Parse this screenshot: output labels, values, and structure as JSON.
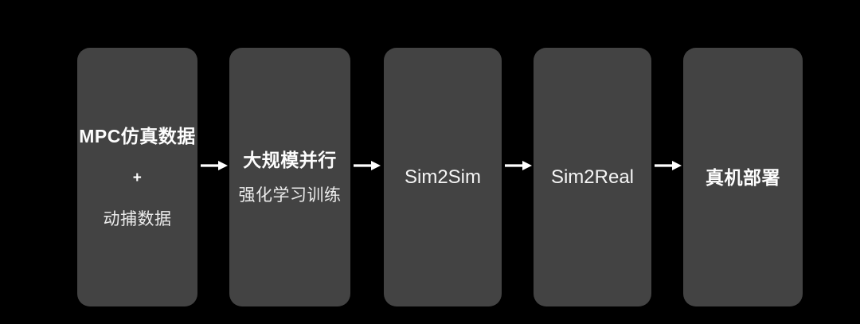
{
  "diagram": {
    "title": "",
    "background_color": "#000000",
    "box_color": "#434343",
    "arrow_color": "#ffffff",
    "text_color": "#ffffff",
    "stages": [
      {
        "id": "stage-1",
        "name": "mpc-sim-data",
        "lines": [
          {
            "text": "MPC仿真数据",
            "style": "bold"
          },
          {
            "text": "+",
            "style": "plus"
          },
          {
            "text": "动捕数据",
            "style": "regular"
          }
        ]
      },
      {
        "id": "stage-2",
        "name": "large-scale-parallel-rl-training",
        "lines": [
          {
            "text": "大规模并行",
            "style": "bold"
          },
          {
            "text": "强化学习训练",
            "style": "regular"
          }
        ]
      },
      {
        "id": "stage-3",
        "name": "sim2sim",
        "lines": [
          {
            "text": "Sim2Sim",
            "style": "latin"
          }
        ]
      },
      {
        "id": "stage-4",
        "name": "sim2real",
        "lines": [
          {
            "text": "Sim2Real",
            "style": "latin"
          }
        ]
      },
      {
        "id": "stage-5",
        "name": "real-robot-deployment",
        "lines": [
          {
            "text": "真机部署",
            "style": "bold"
          }
        ]
      }
    ],
    "arrows": [
      {
        "name": "arrow-stage1-to-stage2",
        "glyph": "right-arrow-icon"
      },
      {
        "name": "arrow-stage2-to-stage3",
        "glyph": "right-arrow-icon"
      },
      {
        "name": "arrow-stage3-to-stage4",
        "glyph": "right-arrow-icon"
      },
      {
        "name": "arrow-stage4-to-stage5",
        "glyph": "right-arrow-icon"
      }
    ]
  }
}
